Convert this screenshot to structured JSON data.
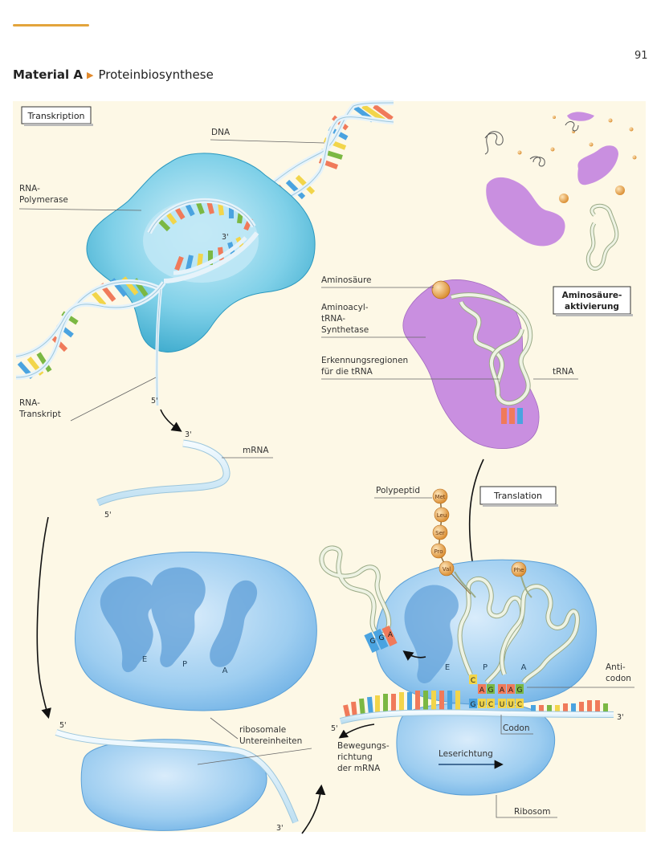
{
  "page_number": "91",
  "header": {
    "material": "Material A",
    "topic": "Proteinbiosynthese"
  },
  "boxes": {
    "transcription": "Transkription",
    "activation_1": "Aminosäure-",
    "activation_2": "aktivierung",
    "translation": "Translation"
  },
  "labels": {
    "dna": "DNA",
    "rna_polymerase_1": "RNA-",
    "rna_polymerase_2": "Polymerase",
    "rna_transcript_1": "RNA-",
    "rna_transcript_2": "Transkript",
    "mrna": "mRNA",
    "amino_acid": "Aminosäure",
    "synthetase_1": "Aminoacyl-",
    "synthetase_2": "tRNA-",
    "synthetase_3": "Synthetase",
    "recognition_1": "Erkennungsregionen",
    "recognition_2": "für die tRNA",
    "trna": "tRNA",
    "polypeptide": "Polypeptid",
    "ribosomal_subunits_1": "ribosomale",
    "ribosomal_subunits_2": "Untereinheiten",
    "anticodon_1": "Anti-",
    "anticodon_2": "codon",
    "codon": "Codon",
    "movement_1": "Bewegungs-",
    "movement_2": "richtung",
    "movement_3": "der mRNA",
    "reading_direction": "Leserichtung",
    "ribosome": "Ribosom"
  },
  "ends": {
    "three_prime": "3'",
    "five_prime": "5'"
  },
  "sites": {
    "e": "E",
    "p": "P",
    "a": "A"
  },
  "amino_acids": [
    "Met",
    "Leu",
    "Ser",
    "Pro",
    "Val",
    "Phe"
  ],
  "anticodon_left": [
    "C",
    "A",
    "G"
  ],
  "anticodon_right": [
    "A",
    "A",
    "G"
  ],
  "codon_bases": [
    "G",
    "U",
    "C",
    "U",
    "U",
    "C"
  ],
  "exit_trna_bases": [
    "G",
    "G",
    "A"
  ],
  "colors": {
    "ribosome": "#8fc3ea",
    "polymerase": "#5cc0dc",
    "synthetase": "#c98fe0",
    "amino_acid": "#e9a04a",
    "trna": "#dbe6c4",
    "background": "#fdf8e6"
  }
}
